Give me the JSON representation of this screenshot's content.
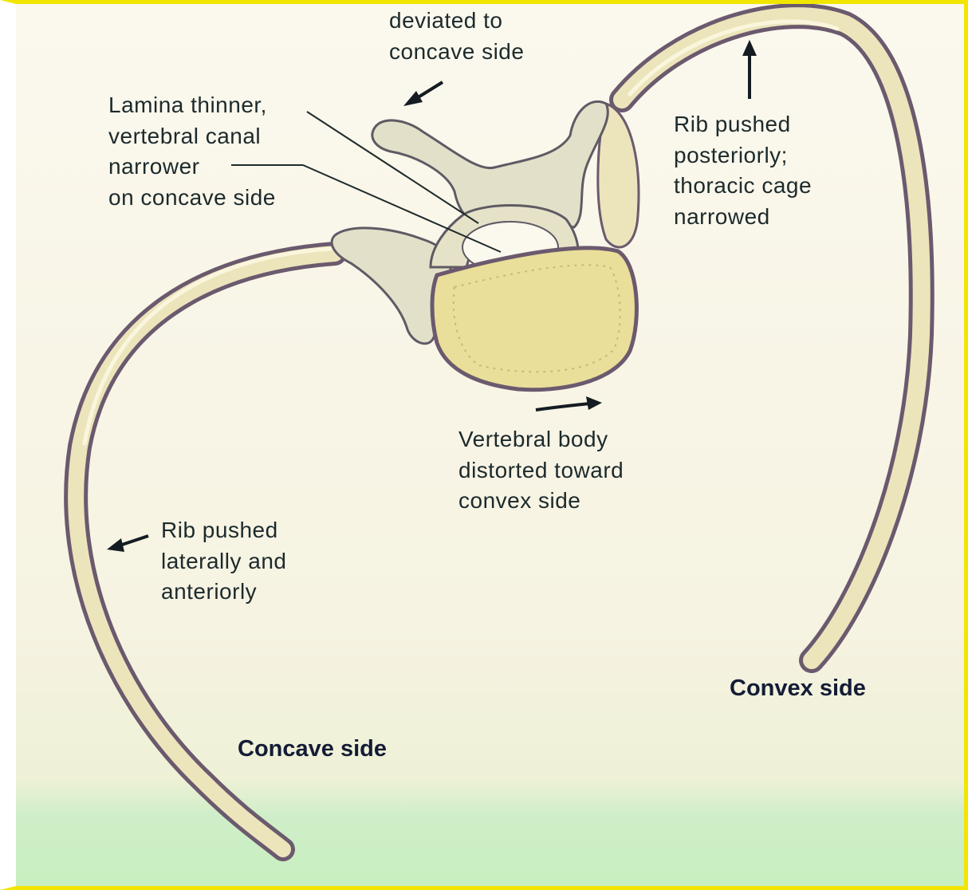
{
  "labels": {
    "top_label": [
      "deviated to",
      "concave side"
    ],
    "lamina": [
      "Lamina thinner,",
      "vertebral canal",
      "narrower",
      "on concave side"
    ],
    "rib_posterior": [
      "Rib pushed",
      "posteriorly;",
      "thoracic cage",
      "narrowed"
    ],
    "vertebral_body": [
      "Vertebral body",
      "distorted toward",
      "convex side"
    ],
    "rib_lateral": [
      "Rib pushed",
      "laterally and",
      "anteriorly"
    ],
    "convex_side": "Convex side",
    "concave_side": "Concave side"
  },
  "colors": {
    "frame": "#f2e600",
    "bone": "#ece5bc",
    "bone_shadow": "#6b5a6e",
    "vertebral_body": "#e9df9a",
    "label_text": "#1c2a2c",
    "bottom_band": "#c8efc0"
  }
}
